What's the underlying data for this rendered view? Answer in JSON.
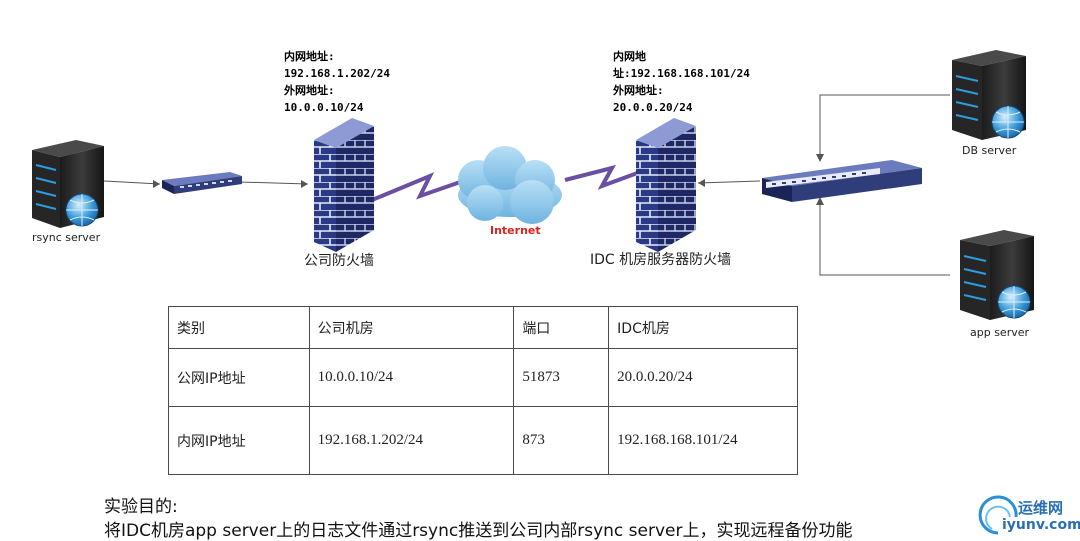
{
  "nodes": {
    "rsync_server": "rsync server",
    "db_server": "DB server",
    "app_server": "app server",
    "internet": "Internet",
    "company_firewall": "公司防火墙",
    "idc_firewall": "IDC 机房服务器防火墙"
  },
  "company_fw_addr": {
    "line1": "内网地址:",
    "line2": "192.168.1.202/24",
    "line3": "外网地址:",
    "line4": "10.0.0.10/24"
  },
  "idc_fw_addr": {
    "line1": "内网地",
    "line2": "址:192.168.168.101/24",
    "line3": "外网地址:",
    "line4": "20.0.0.20/24"
  },
  "table": {
    "headers": [
      "类别",
      "公司机房",
      "端口",
      "IDC机房"
    ],
    "rows": [
      [
        "公网IP地址",
        "10.0.0.10/24",
        "51873",
        "20.0.0.20/24"
      ],
      [
        "内网IP地址",
        "192.168.1.202/24",
        "873",
        "192.168.168.101/24"
      ]
    ]
  },
  "purpose": {
    "title": "实验目的:",
    "text": "将IDC机房app server上的日志文件通过rsync推送到公司内部rsync  server上，实现远程备份功能"
  },
  "watermark": {
    "cn": "运维网",
    "en": "iyunv.com"
  },
  "colors": {
    "switch": "#2f3d7a",
    "firewall": "#2b3a86",
    "cloud": "#8fc6ea",
    "link": "#6a4fa3",
    "internet_text": "#d9251c"
  }
}
